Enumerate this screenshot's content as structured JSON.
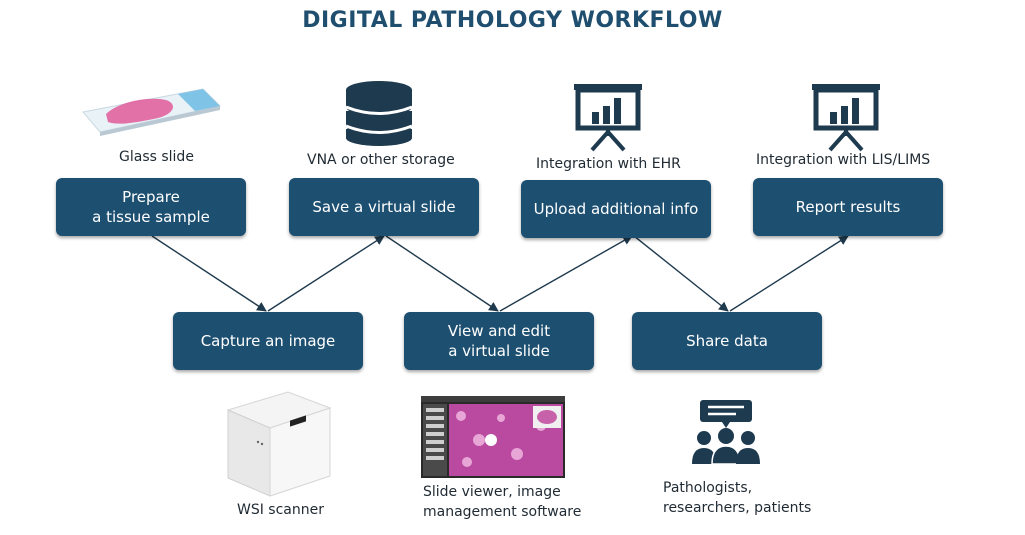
{
  "title": "DIGITAL PATHOLOGY WORKFLOW",
  "top_boxes": {
    "prepare": "Prepare\na tissue sample",
    "save": "Save a virtual slide",
    "upload": "Upload additional info",
    "report": "Report results"
  },
  "bottom_boxes": {
    "capture": "Capture an image",
    "view": "View and edit\na virtual slide",
    "share": "Share data"
  },
  "labels": {
    "glass_slide": "Glass slide",
    "vna": "VNA or other storage",
    "ehr": "Integration with EHR",
    "lis": "Integration with LIS/LIMS",
    "wsi": "WSI scanner",
    "viewer": "Slide viewer, image\nmanagement software",
    "people": "Pathologists,\nresearchers, patients"
  },
  "icons": [
    "glass-slide-icon",
    "database-icon",
    "presentation-chart-icon",
    "presentation-chart-icon",
    "scanner-icon",
    "slide-viewer-screenshot",
    "people-chat-icon"
  ],
  "colors": {
    "box": "#1d4f71",
    "title": "#1f4e6e",
    "arrow": "#1f3a4d"
  }
}
